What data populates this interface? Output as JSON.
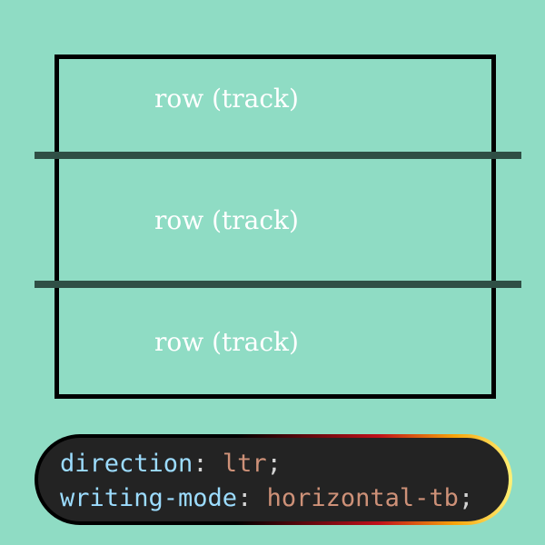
{
  "diagram": {
    "tracks": [
      {
        "label": "row (track)"
      },
      {
        "label": "row (track)"
      },
      {
        "label": "row (track)"
      }
    ]
  },
  "code": {
    "lines": [
      {
        "property": "direction",
        "colon": ":",
        "value": "ltr",
        "semicolon": ";"
      },
      {
        "property": "writing-mode",
        "colon": ":",
        "value": "horizontal-tb",
        "semicolon": ";"
      }
    ]
  },
  "colors": {
    "background": "#8fdcc4",
    "grid_border": "#000000",
    "grid_line": "#2f4f45",
    "track_text": "#ffffff",
    "code_background": "#232323",
    "code_property": "#9cdcfe",
    "code_value": "#ce9178"
  }
}
